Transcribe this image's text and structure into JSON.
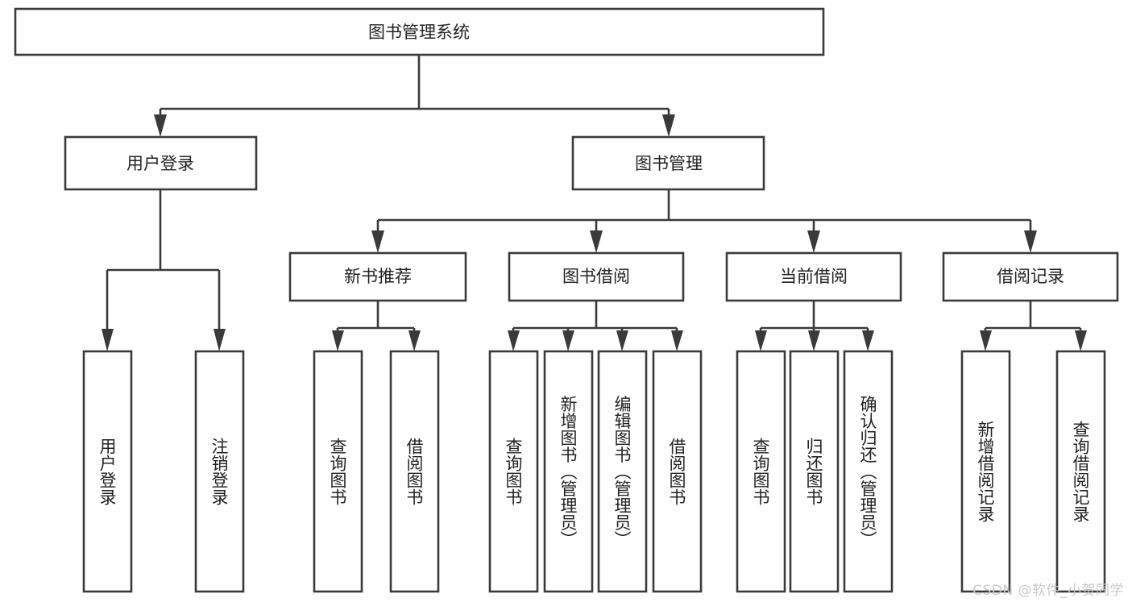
{
  "diagram": {
    "title": "图书管理系统",
    "type": "tree",
    "watermark": "CSDN @软件_小贺同学",
    "colors": {
      "stroke": "#3a3a3a",
      "fill": "#ffffff",
      "text": "#222222",
      "watermark": "#c9c9c9"
    },
    "root": {
      "label": "图书管理系统"
    },
    "level2": [
      {
        "label": "用户登录"
      },
      {
        "label": "图书管理"
      }
    ],
    "level3": [
      {
        "label": "新书推荐"
      },
      {
        "label": "图书借阅"
      },
      {
        "label": "当前借阅"
      },
      {
        "label": "借阅记录"
      }
    ],
    "leaves": {
      "user_login": [
        {
          "label": "用户登录"
        },
        {
          "label": "注销登录"
        }
      ],
      "new_book_recommend": [
        {
          "label": "查询图书"
        },
        {
          "label": "借阅图书"
        }
      ],
      "book_borrow": [
        {
          "label": "查询图书"
        },
        {
          "label": "新增图书（管理员）"
        },
        {
          "label": "编辑图书（管理员）"
        },
        {
          "label": "借阅图书"
        }
      ],
      "current_borrow": [
        {
          "label": "查询图书"
        },
        {
          "label": "归还图书"
        },
        {
          "label": "确认归还（管理员）"
        }
      ],
      "borrow_record": [
        {
          "label": "新增借阅记录"
        },
        {
          "label": "查询借阅记录"
        }
      ]
    }
  }
}
